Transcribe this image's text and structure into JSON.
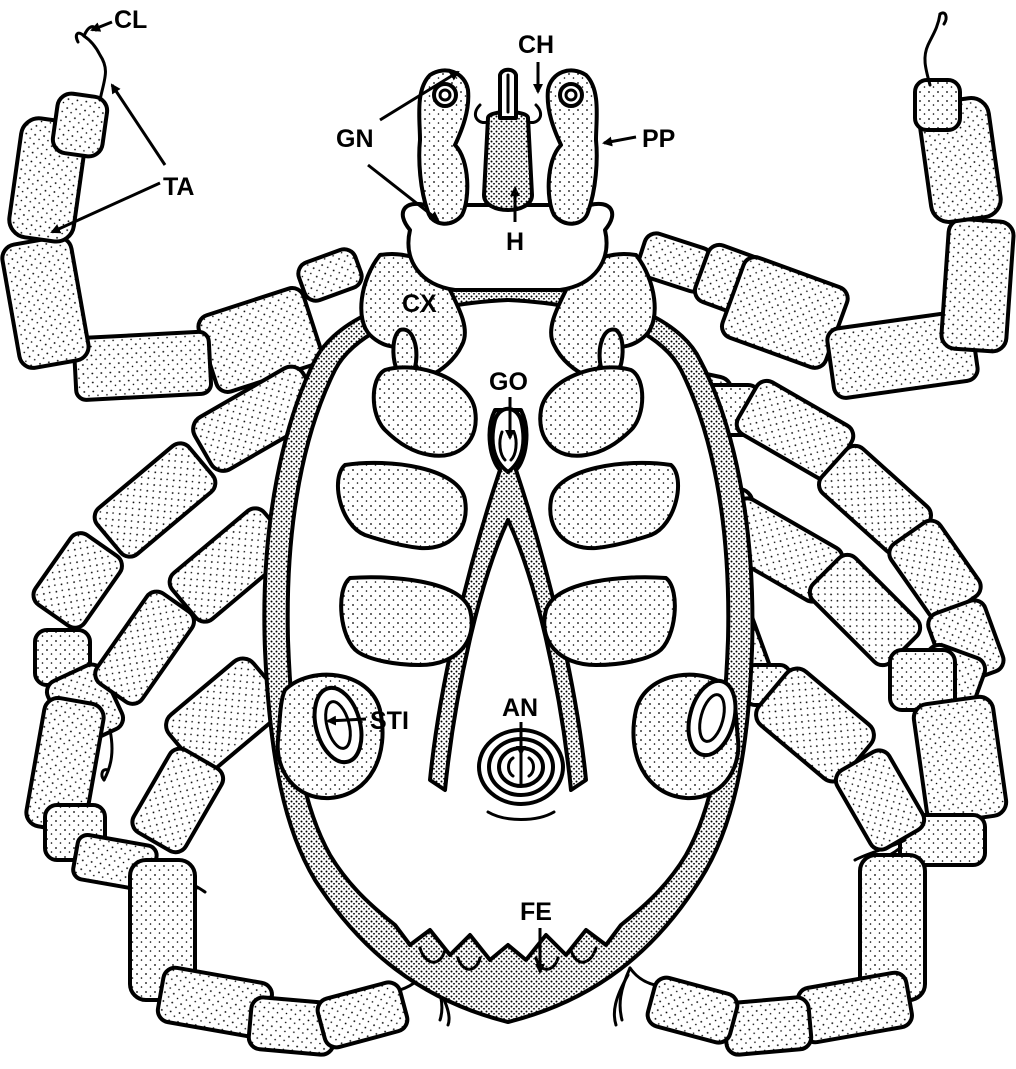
{
  "labels": {
    "cl": "CL",
    "ch": "CH",
    "gn": "GN",
    "pp": "PP",
    "ta": "TA",
    "h": "H",
    "cx": "CX",
    "go": "GO",
    "sti": "STI",
    "an": "AN",
    "fe": "FE"
  },
  "colors": {
    "ink": "#000000",
    "paper": "#ffffff"
  }
}
